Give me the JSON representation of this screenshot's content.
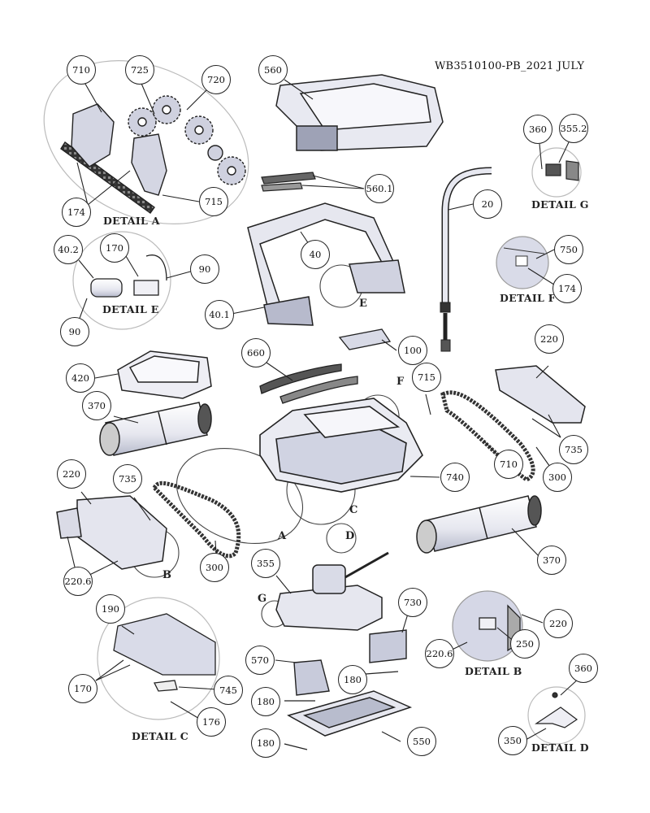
{
  "document": {
    "id": "WB3510100-PB_2021 JULY",
    "type": "exploded parts diagram"
  },
  "details": [
    "DETAIL A",
    "DETAIL B",
    "DETAIL C",
    "DETAIL D",
    "DETAIL E",
    "DETAIL F",
    "DETAIL G"
  ],
  "view_letters": [
    "A",
    "B",
    "C",
    "D",
    "E",
    "F",
    "G"
  ],
  "callouts": [
    "710",
    "725",
    "720",
    "174",
    "715",
    "560",
    "560.1",
    "360",
    "355.2",
    "20",
    "40.2",
    "170",
    "90",
    "90",
    "40",
    "40.1",
    "E",
    "750",
    "174",
    "100",
    "660",
    "420",
    "370",
    "715",
    "220",
    "735",
    "710",
    "300",
    "740",
    "220",
    "735",
    "220.6",
    "300",
    "370",
    "355",
    "730",
    "220",
    "250",
    "220.6",
    "190",
    "170",
    "745",
    "176",
    "570",
    "180",
    "180",
    "550",
    "180",
    "360",
    "350"
  ],
  "colors": {
    "line": "#222222",
    "part_fill": "#e9eaf2",
    "part_shade": "#b8bccd",
    "detail_ring": "#bdbdbd"
  }
}
